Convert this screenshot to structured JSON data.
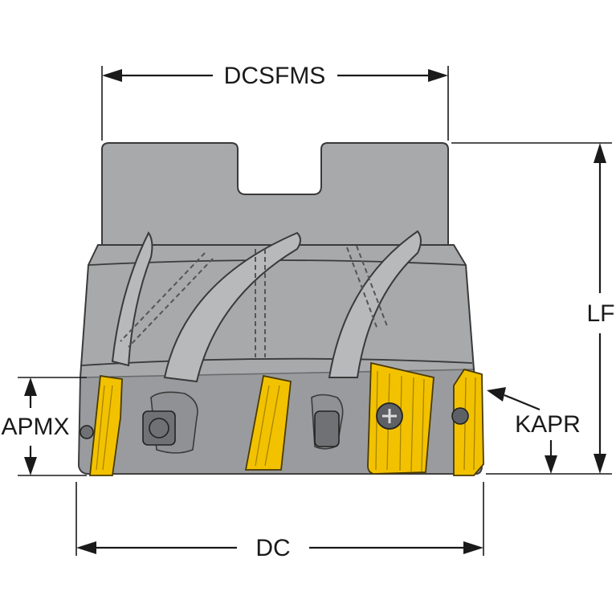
{
  "labels": {
    "dcsfms": "DCSFMS",
    "lf": "LF",
    "apmx": "APMX",
    "kapr": "KAPR",
    "dc": "DC"
  },
  "colors": {
    "body": "#a7a9ab",
    "insert": "#f2c200",
    "line": "#1a1a1a"
  }
}
